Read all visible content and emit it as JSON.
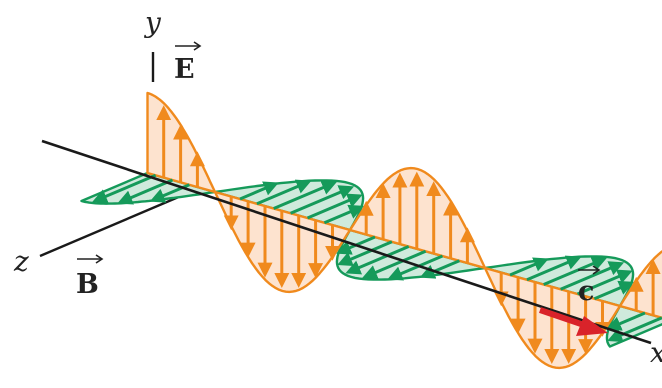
{
  "labels": {
    "y_axis": "y",
    "z_axis": "z",
    "x_axis": "x",
    "e_field": "E",
    "b_field": "B",
    "speed": "c"
  },
  "colors": {
    "e_wave_fill": "#fde3cf",
    "e_wave_stroke": "#f08a1d",
    "b_wave_fill": "#cfeadc",
    "b_wave_stroke": "#159a5a",
    "axis": "#1a1a1a",
    "velocity_arrow": "#d9232a",
    "label": "#222222"
  }
}
